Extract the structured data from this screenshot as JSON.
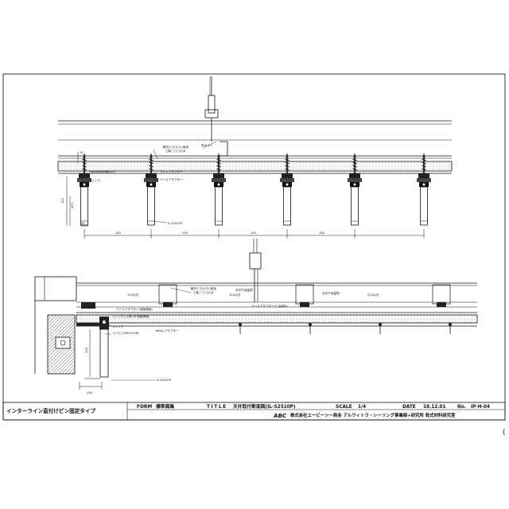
{
  "drawing": {
    "upper_view": {
      "callouts": {
        "hanger_bolt": "吊ボルト",
        "screw_top": "軽天ビス(4.2L)追加",
        "screw_note": "工場にてビス止め",
        "hinge_pin": "ヒンジピン(抜L24)",
        "ring": "Eリング",
        "line_adapter": "ラインアダプター",
        "base_adapter": "ベースアダプター",
        "product": "IL-S2510P"
      },
      "dims": {
        "d_top": "15",
        "d_height_a": "115",
        "d_height_b": "100",
        "d_width": "50",
        "pitch": [
          "150",
          "150",
          "150",
          "150"
        ]
      }
    },
    "lower_view": {
      "callouts": {
        "screw_top": "軽天ビス(4.2L)追加",
        "screw_note": "工場にてビス止め",
        "ceiling_fastener_1": "天井下地金物",
        "ceiling_fastener_2": "天井下地金物",
        "pitch_left": "150以内",
        "pitch_mid": "225以内",
        "pitch_right": "225以内",
        "base_adapter_note": "ベースアダプター(三点留め)",
        "base_adapter_edge": "ベースアダプター(端部補強)",
        "hinge_pin": "ヒンジピン(抜L24)端部補強",
        "ring": "Eリング",
        "wood_screw": "ナベビス(M3.5L18)",
        "line_adapter": "ラインアダプター",
        "product": "IL-S2510P"
      },
      "dims": {
        "d_height": "115",
        "d_offset": "(50)"
      }
    }
  },
  "title_block": {
    "subject": "インターライン直付けピン固定タイプ",
    "form_label": "FORM",
    "form_value": "標準図集",
    "title_label": "TITLE",
    "title_value": "天井取付断面図(IL-S2510P)",
    "scale_label": "SCALE",
    "scale_value": "1/4",
    "date_label": "DATE",
    "date_value": "18.12.01",
    "no_label": "No.",
    "no_value": "IP-H-04",
    "logo": "ABC",
    "company": "株式会社エービーシー商会 アルウィトラ・シーリング事業部+研究所 乾式材料研究室"
  },
  "page_mark": "("
}
